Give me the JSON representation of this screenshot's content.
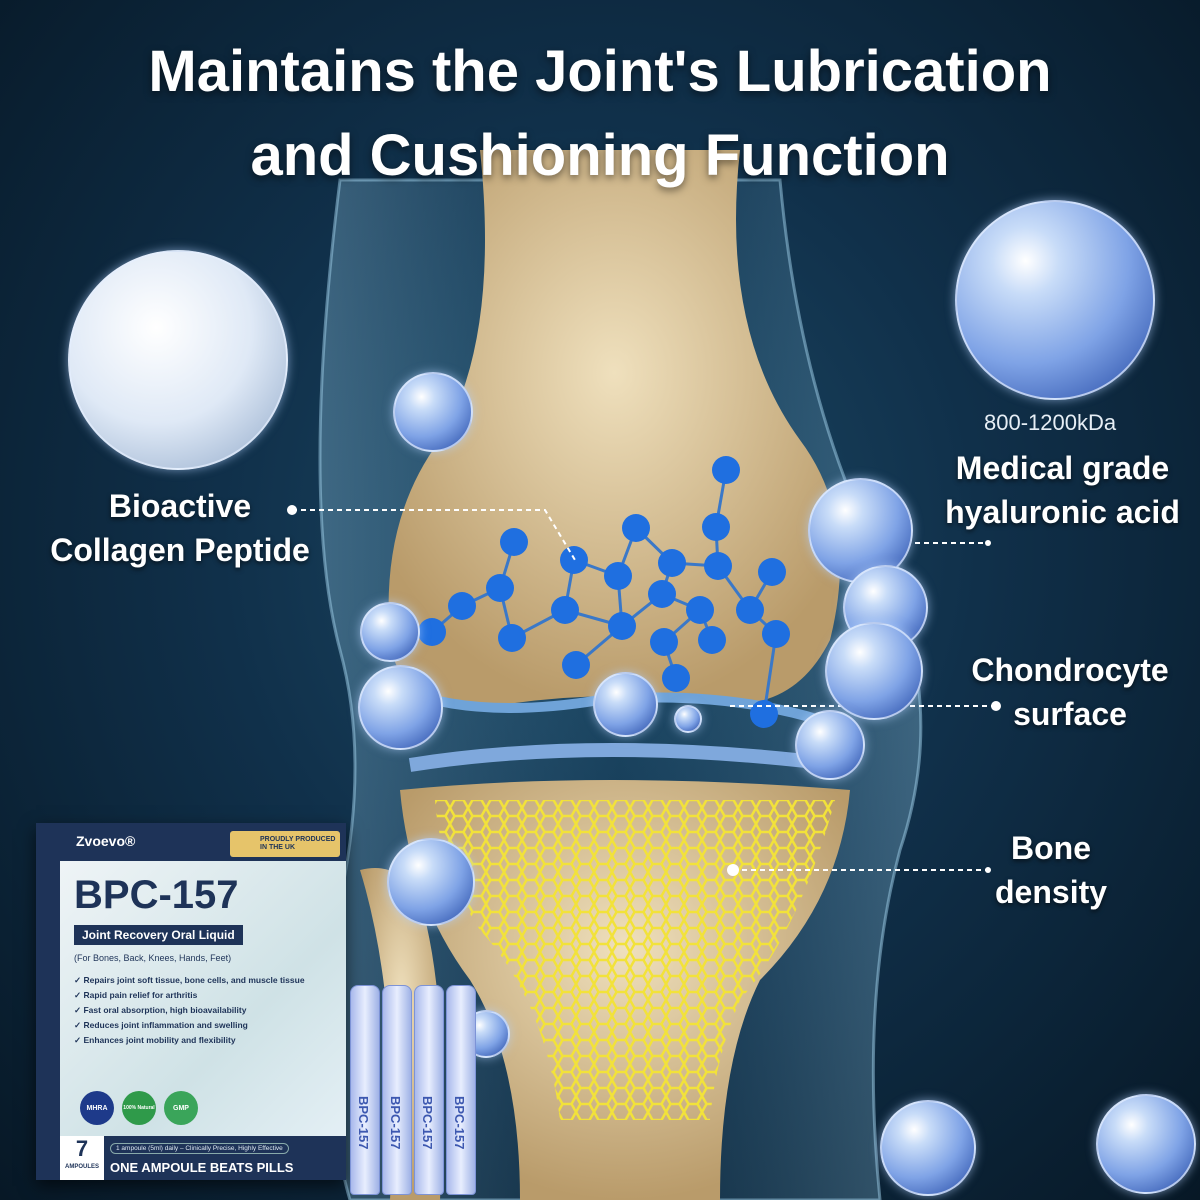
{
  "headline": [
    "Maintains the Joint's Lubrication",
    "and Cushioning Function"
  ],
  "callouts": {
    "collagen": [
      "Bioactive",
      "Collagen Peptide"
    ],
    "hyaluronic_weight": "800-1200kDa",
    "hyaluronic": [
      "Medical grade",
      "hyaluronic acid"
    ],
    "chondrocyte": [
      "Chondrocyte",
      "surface"
    ],
    "bone": [
      "Bone",
      "density"
    ]
  },
  "product": {
    "brand": "Zvoevo®",
    "origin_badge": "PROUDLY PRODUCED IN THE UK",
    "name": "BPC-157",
    "subtitle": "Joint Recovery Oral Liquid",
    "uses": "(For Bones, Back, Knees, Hands, Feet)",
    "benefits": [
      "Repairs joint soft tissue, bone cells, and muscle tissue",
      "Rapid pain relief for arthritis",
      "Fast oral absorption, high bioavailability",
      "Reduces joint inflammation and swelling",
      "Enhances joint mobility and flexibility"
    ],
    "seals": [
      "MHRA",
      "100% Natural",
      "GMP"
    ],
    "count": "7",
    "count_unit": "AMPOULES",
    "dose": "1 ampoule (5ml) daily – Clinically Precise, Highly Effective",
    "tagline": "ONE AMPOULE BEATS PILLS",
    "ampoule_label": "BPC-157"
  },
  "colors": {
    "molecule": "#1f6fe0",
    "mesh": "#f2e23a",
    "bone": "#d9c49a",
    "box": "#1e3358"
  }
}
